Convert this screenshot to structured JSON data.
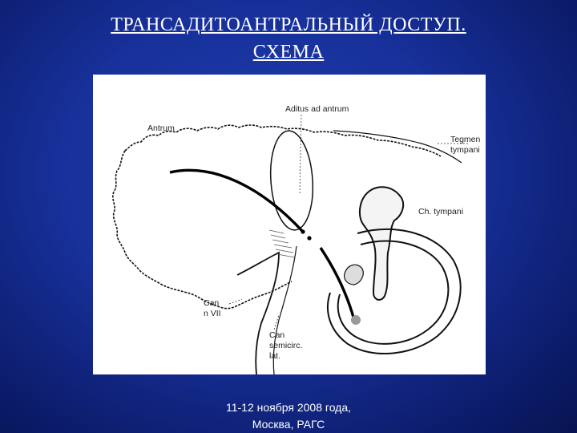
{
  "slide": {
    "title_line1": "ТРАНСАДИТОАНТРАЛЬНЫЙ ДОСТУП.",
    "title_line2": "СХЕМА",
    "footer_line1": "11-12 ноября 2008 года,",
    "footer_line2": "Москва, РАГС"
  },
  "diagram": {
    "labels": {
      "antrum": "Antrum",
      "aditus": "Aditus ad antrum",
      "tegmen_1": "Tegmen",
      "tegmen_2": "tympani",
      "ch_tympani": "Ch. tympani",
      "can_vii_1": "Can",
      "can_vii_2": "n VII",
      "can_semicirc_1": "Can",
      "can_semicirc_2": "semicirc.",
      "can_semicirc_3": "lat."
    }
  },
  "colors": {
    "background": "#17309a",
    "title_text": "#ffffff",
    "figure_bg": "#ffffff",
    "ink": "#111111"
  }
}
